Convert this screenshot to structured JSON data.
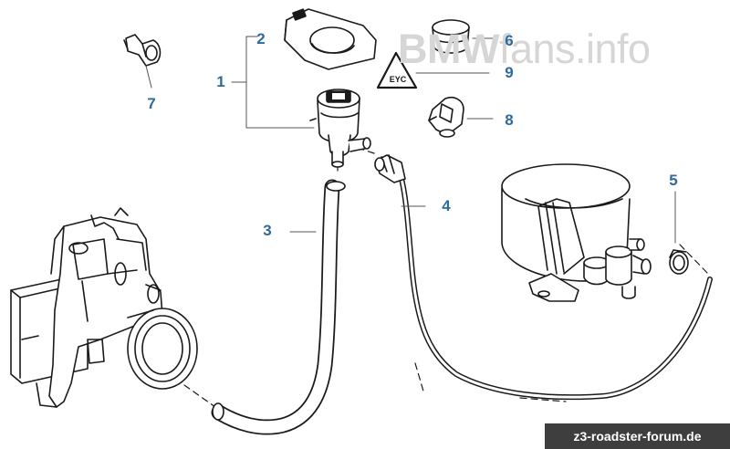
{
  "watermark": {
    "bold_part": "BMW",
    "thin_part": "fans.info"
  },
  "credit_badge": "z3-roadster-forum.de",
  "part_symbol_text": "EYC",
  "callouts": [
    {
      "id": "c1",
      "label": "1"
    },
    {
      "id": "c2",
      "label": "2"
    },
    {
      "id": "c3",
      "label": "3"
    },
    {
      "id": "c4",
      "label": "4"
    },
    {
      "id": "c5",
      "label": "5"
    },
    {
      "id": "c6",
      "label": "6"
    },
    {
      "id": "c7",
      "label": "7"
    },
    {
      "id": "c8",
      "label": "8"
    },
    {
      "id": "c9",
      "label": "9"
    }
  ],
  "colors": {
    "callout": "#2e6a9e",
    "line_art": "#1a1a1a",
    "watermark": "#d6d6d6",
    "badge_bg": "#3e3e3e"
  }
}
